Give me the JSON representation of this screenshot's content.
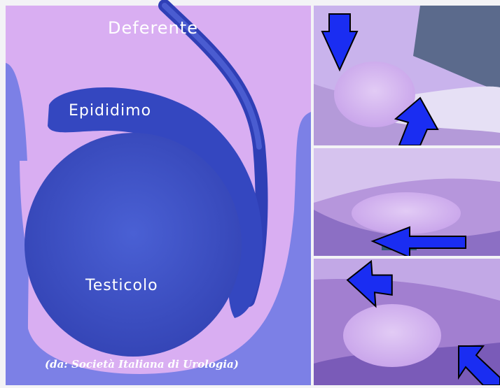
{
  "labels": {
    "deferente": "Deferente",
    "epididimo": "Epididimo",
    "testicolo": "Testicolo"
  },
  "credit": "(da: Società Italiana di Urologia)",
  "colors": {
    "page_bg": "#f3f3f6",
    "panel_bg": "#d7a9f0",
    "scrotum": "#7f7de8",
    "testis": "#3f52c5",
    "epididymis": "#3447c0",
    "arrow": "#1a2df2",
    "label": "#ffffff"
  },
  "icons": [
    "arrow-down-icon",
    "arrow-up-right-icon",
    "arrow-left-icon",
    "arrow-down-right-icon"
  ]
}
